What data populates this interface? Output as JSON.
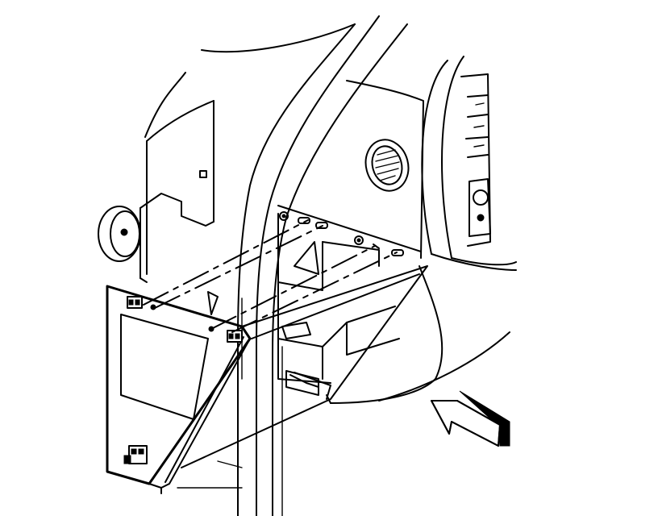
{
  "diagram": {
    "colors": {
      "line": "#000000",
      "background": "#ffffff"
    },
    "elements": [
      "kick-panel",
      "door-pillar",
      "instrument-panel",
      "glove-box-door",
      "glove-box-bin",
      "air-vent",
      "mounting-fasteners",
      "direction-arrow"
    ]
  }
}
